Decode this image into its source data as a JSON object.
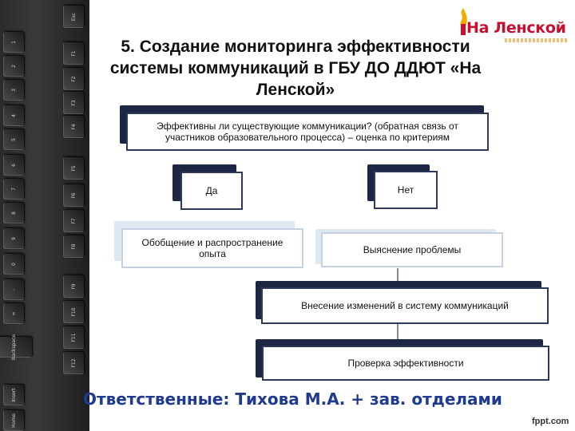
{
  "logo": {
    "text": "На Ленской"
  },
  "title": "5. Создание  мониторинга эффективности системы коммуникаций в ГБУ ДО ДДЮТ «На Ленской»",
  "diagram": {
    "question": "Эффективны ли существующие коммуникации? (обратная связь от участников образовательного процесса) – оценка по критериям",
    "yes": "Да",
    "no": "Нет",
    "yes_action": "Обобщение и распространение опыта",
    "no_action": "Выяснение проблемы",
    "change": "Внесение изменений в систему коммуникаций",
    "check": "Проверка эффективности"
  },
  "responsible": "Ответственные: Тихова М.А. + зав. отделами",
  "footer": "fppt.com",
  "keyboard": {
    "keys": [
      "Esc",
      "1",
      "F1",
      "2",
      "F2",
      "3",
      "F3",
      "4",
      "F4",
      "5",
      "F5",
      "6",
      "F6",
      "7",
      "F7",
      "8",
      "F8",
      "9",
      "F9",
      "0",
      "F10",
      "-",
      "F11",
      "=",
      "F12",
      "Backspace",
      "Insert",
      "Home"
    ]
  },
  "colors": {
    "box_border": "#2e3a5a",
    "box_shadow_dark": "#1d2744",
    "box_shadow_light": "#dfe7f1",
    "responsible": "#1f3a8f",
    "logo": "#c8102e"
  }
}
